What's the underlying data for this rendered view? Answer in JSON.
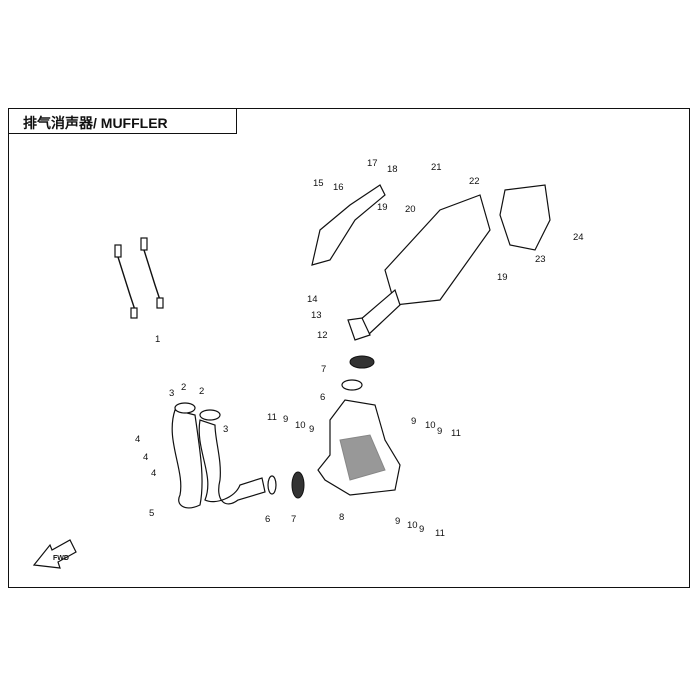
{
  "title": "排气消声器/ MUFFLER",
  "fwd_label": "FWD",
  "callouts": [
    "1",
    "2",
    "2",
    "3",
    "3",
    "4",
    "4",
    "4",
    "5",
    "6",
    "6",
    "7",
    "7",
    "8",
    "9",
    "9",
    "9",
    "9",
    "9",
    "9",
    "10",
    "10",
    "10",
    "11",
    "11",
    "11",
    "12",
    "13",
    "14",
    "15",
    "16",
    "17",
    "18",
    "19",
    "19",
    "20",
    "21",
    "22",
    "23",
    "24"
  ]
}
